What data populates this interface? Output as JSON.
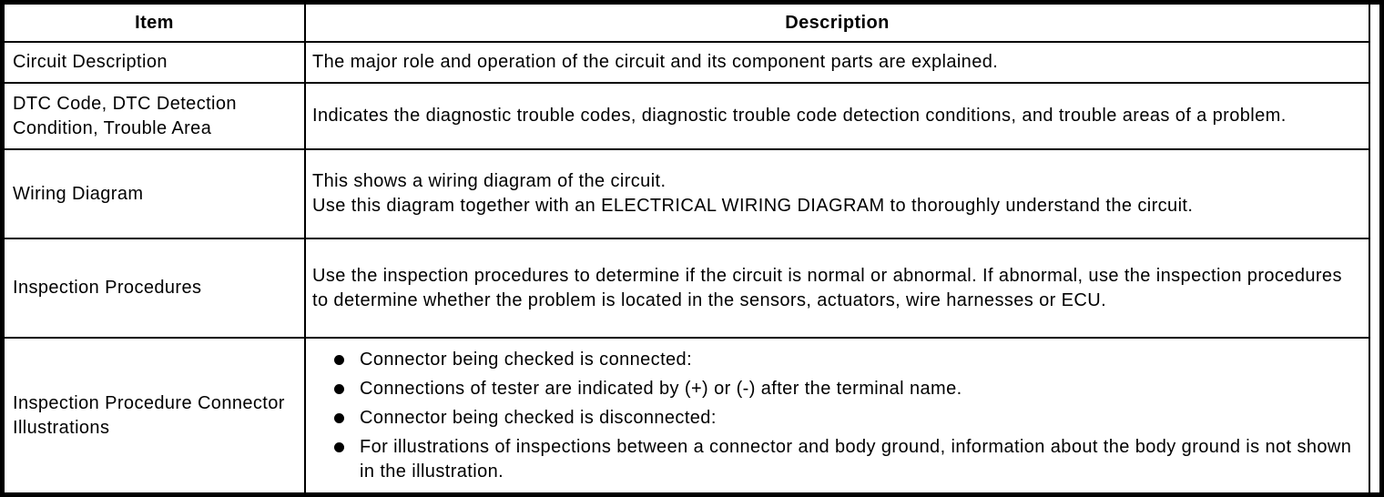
{
  "colors": {
    "border": "#000000",
    "background": "#ffffff",
    "text": "#000000"
  },
  "table": {
    "headers": {
      "item": "Item",
      "description": "Description"
    },
    "rows": [
      {
        "item": "Circuit Description",
        "description": "The major role and operation of the circuit and its component parts are explained."
      },
      {
        "item": "DTC Code, DTC Detection Condition, Trouble Area",
        "description": "Indicates the diagnostic trouble codes, diagnostic trouble code detection conditions, and trouble areas of a problem."
      },
      {
        "item": "Wiring Diagram",
        "description_lines": [
          "This shows a wiring diagram of the circuit.",
          "Use this diagram together with an ELECTRICAL WIRING DIAGRAM to thoroughly understand the circuit."
        ]
      },
      {
        "item": "Inspection Procedures",
        "description": "Use the inspection procedures to determine if the circuit is normal or abnormal. If abnormal, use the inspection procedures to determine whether the problem is located in the sensors, actuators, wire harnesses or ECU."
      },
      {
        "item": "Inspection Procedure Connector Illustrations",
        "bullets": [
          "Connector being checked is connected:",
          "Connections of tester are indicated by (+) or (-) after the terminal name.",
          "Connector being checked is disconnected:",
          "For illustrations of inspections between a connector and body ground, information about the body ground is not shown in the illustration."
        ]
      }
    ]
  }
}
